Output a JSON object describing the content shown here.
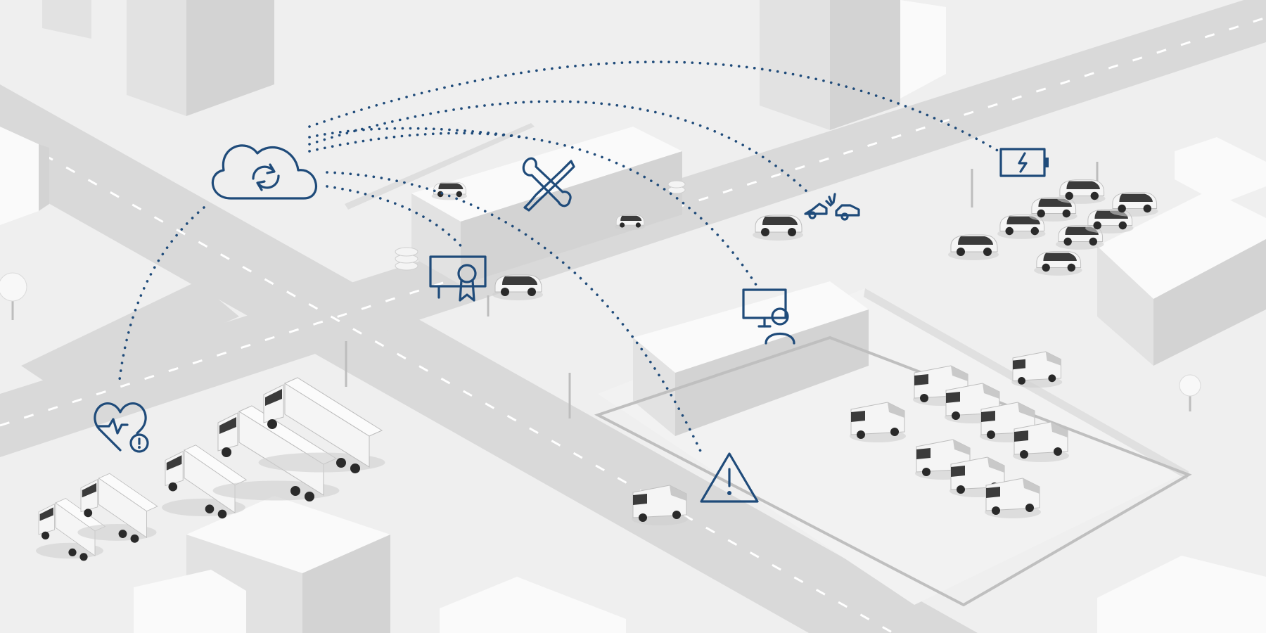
{
  "scene": {
    "description_label": "",
    "accent_color": "#1f4b7a",
    "background_color": "#e9e9e9"
  },
  "icons": [
    {
      "name": "cloud-sync-icon"
    },
    {
      "name": "tools-icon"
    },
    {
      "name": "certificate-icon"
    },
    {
      "name": "collision-icon"
    },
    {
      "name": "battery-charging-icon"
    },
    {
      "name": "remote-operator-icon"
    },
    {
      "name": "warning-icon"
    },
    {
      "name": "health-alert-icon"
    }
  ],
  "vehicles": {
    "cars": 12,
    "vans": 10,
    "trucks": 5
  }
}
